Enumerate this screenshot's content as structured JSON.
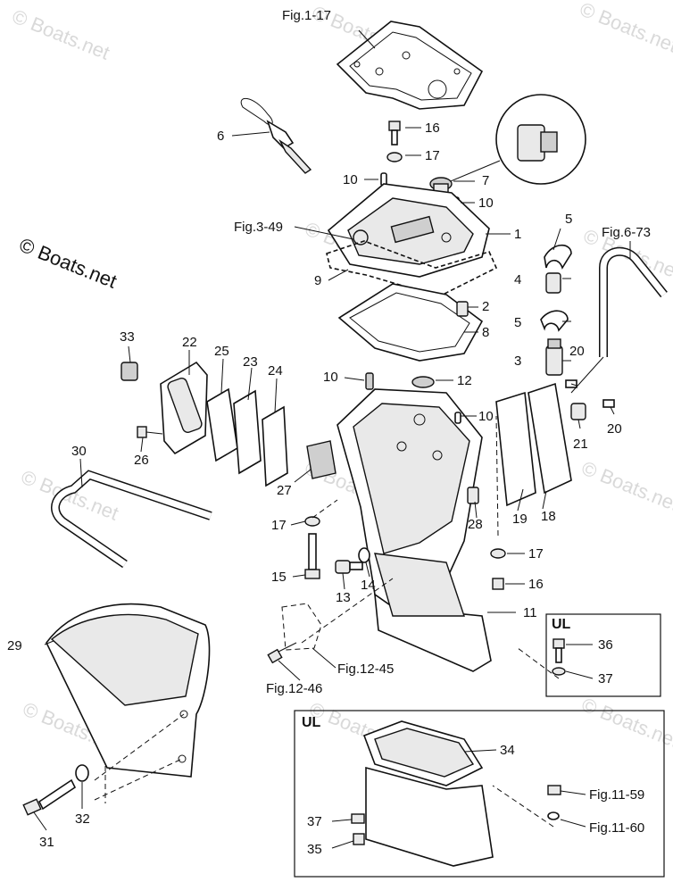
{
  "watermarks": {
    "main": "© Boats.net",
    "faint": "© Boats.net"
  },
  "callouts": {
    "c1": "1",
    "c2": "2",
    "c3": "3",
    "c4": "4",
    "c5a": "5",
    "c5b": "5",
    "c6": "6",
    "c7": "7",
    "c8": "8",
    "c9": "9",
    "c10a": "10",
    "c10b": "10",
    "c10c": "10",
    "c10d": "10",
    "c11": "11",
    "c12": "12",
    "c13": "13",
    "c14": "14",
    "c15": "15",
    "c16a": "16",
    "c16b": "16",
    "c17a": "17",
    "c17b": "17",
    "c17c": "17",
    "c18": "18",
    "c19": "19",
    "c20a": "20",
    "c20b": "20",
    "c21": "21",
    "c22": "22",
    "c23": "23",
    "c24": "24",
    "c25": "25",
    "c26": "26",
    "c27": "27",
    "c28": "28",
    "c29": "29",
    "c30": "30",
    "c31": "31",
    "c32": "32",
    "c33": "33",
    "c34": "34",
    "c35": "35",
    "c36": "36",
    "c37a": "37",
    "c37b": "37"
  },
  "references": {
    "fig1_17": "Fig.1-17",
    "fig3_49": "Fig.3-49",
    "fig6_73": "Fig.6-73",
    "fig12_45": "Fig.12-45",
    "fig12_46": "Fig.12-46",
    "fig11_59": "Fig.11-59",
    "fig11_60": "Fig.11-60"
  },
  "boxes": {
    "ul_small_title": "UL",
    "ul_large_title": "UL"
  }
}
